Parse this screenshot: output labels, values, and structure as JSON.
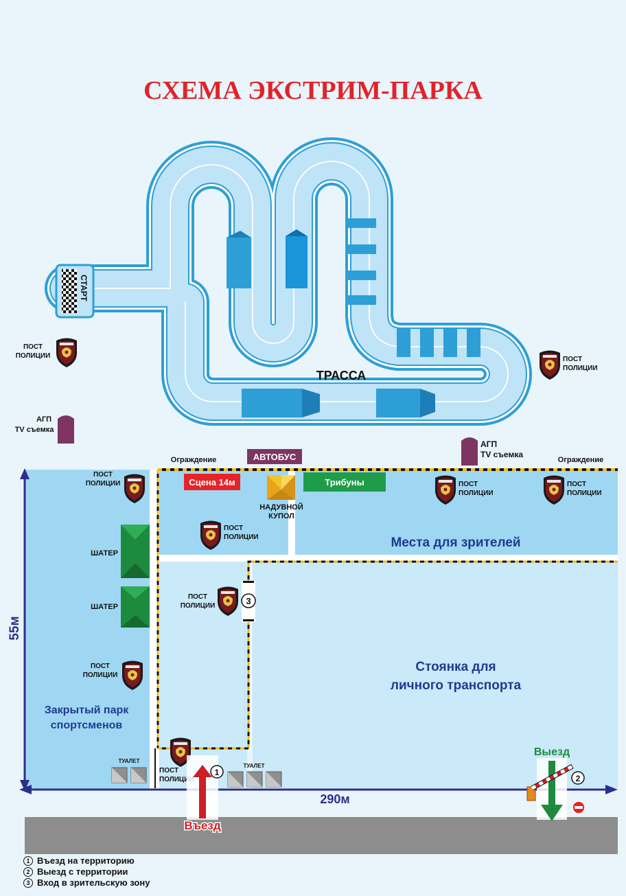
{
  "title": "СХЕМА ЭКСТРИМ-ПАРКА",
  "track": {
    "label": "ТРАССА",
    "start": "СТАРТ"
  },
  "zones": {
    "spectators": "Места для зрителей",
    "parking_line1": "Стоянка для",
    "parking_line2": "личного транспорта",
    "athletes_line1": "Закрытый парк",
    "athletes_line2": "спортсменов"
  },
  "facilities": {
    "stage": "Сцена 14м",
    "stands": "Трибуны",
    "bus": "АВТОБУС",
    "dome_line1": "НАДУВНОЙ",
    "dome_line2": "КУПОЛ",
    "tent": "ШАТЕР",
    "toilet": "ТУАЛЕТ",
    "fence": "Ограждение",
    "agp_line1": "АГП",
    "agp_line2": "TV съемка"
  },
  "police": {
    "line1": "ПОСТ",
    "line2": "ПОЛИЦИИ"
  },
  "dimensions": {
    "height": "55м",
    "width": "290м"
  },
  "entry": {
    "label": "Въезд",
    "number": "1"
  },
  "exit": {
    "label": "Выезд",
    "number": "2"
  },
  "spectator_entry": {
    "number": "3"
  },
  "legend": [
    {
      "number": "1",
      "text": "Въезд на территорию"
    },
    {
      "number": "2",
      "text": "Выезд с территории"
    },
    {
      "number": "3",
      "text": "Вход в зрительскую зону"
    }
  ],
  "colors": {
    "title": "#e0232a",
    "zone": "#9fd7f3",
    "parking": "#cae9f9",
    "track_fill": "#bfe3f7",
    "track_edge": "#2d9fd6",
    "arrow_line": "#2c2f8a",
    "stage": "#e5242a",
    "stands": "#1f9c4a",
    "bus": "#7d3562",
    "tent": "#1e8a3e",
    "entry_arrow": "#cc1f26",
    "exit_arrow": "#1e8a3e",
    "road": "#8d8d8d"
  }
}
